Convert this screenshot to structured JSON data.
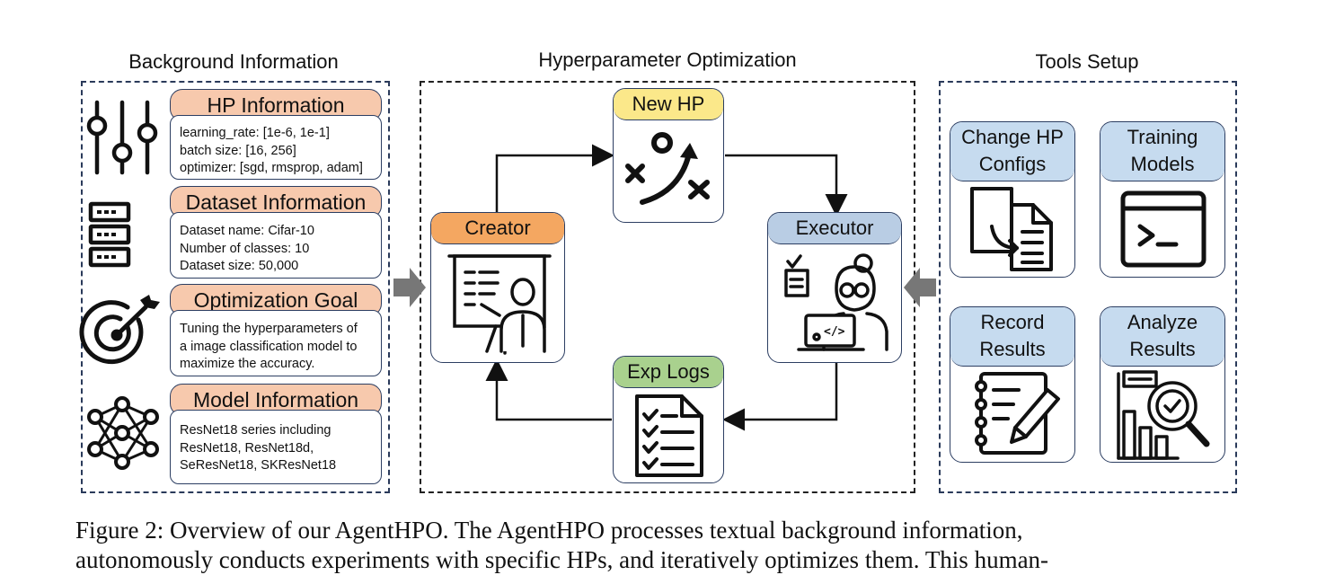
{
  "sections": {
    "background": "Background Information",
    "hpo": "Hyperparameter Optimization",
    "tools": "Tools Setup"
  },
  "background_info": {
    "hp": {
      "title": "HP Information",
      "lines": [
        "learning_rate: [1e-6, 1e-1]",
        "batch size: [16, 256]",
        "optimizer: [sgd, rmsprop, adam]"
      ]
    },
    "dataset": {
      "title": "Dataset Information",
      "lines": [
        "Dataset name: Cifar-10",
        "Number of classes: 10",
        "Dataset size: 50,000"
      ]
    },
    "goal": {
      "title": "Optimization Goal",
      "lines": [
        "Tuning the hyperparameters of",
        "a image classification model to",
        "maximize the accuracy."
      ]
    },
    "model": {
      "title": "Model Information",
      "lines": [
        "ResNet18 series including",
        "ResNet18, ResNet18d,",
        "SeResNet18, SKResNet18"
      ]
    }
  },
  "hpo_nodes": {
    "new_hp": "New HP",
    "creator": "Creator",
    "executor": "Executor",
    "exp_logs": "Exp Logs"
  },
  "tools": {
    "change_hp": [
      "Change HP",
      "Configs"
    ],
    "training": [
      "Training",
      "Models"
    ],
    "record": [
      "Record",
      "Results"
    ],
    "analyze": [
      "Analyze",
      "Results"
    ]
  },
  "caption": {
    "line1": "Figure 2: Overview of our AgentHPO. The AgentHPO processes textual background information,",
    "line2": "autonomously conducts experiments with specific HPs, and iteratively optimizes them. This human-"
  },
  "colors": {
    "pill": "#f7c9ad",
    "new_hp": "#fbe88a",
    "creator": "#f4a761",
    "executor": "#b9cde4",
    "exp_logs": "#a9d18e",
    "tool_head": "#c6dbef",
    "border": "#2c3e62",
    "arrow_gray": "#777777"
  }
}
